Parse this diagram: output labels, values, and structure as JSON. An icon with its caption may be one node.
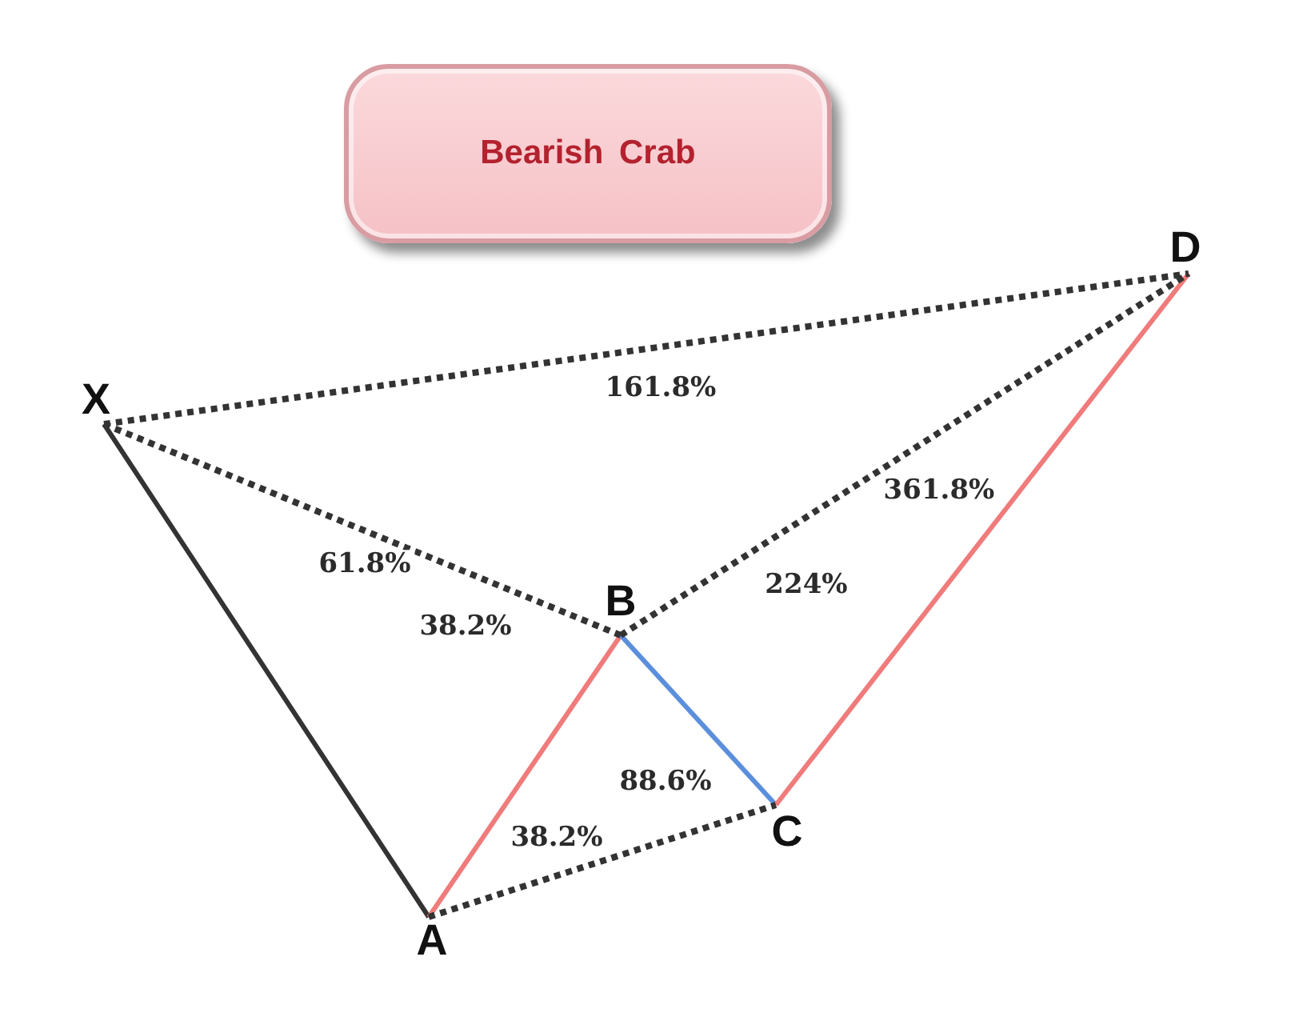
{
  "diagram": {
    "title": "Bearish Crab",
    "nodes": [
      {
        "text": [
          "X"
        ]
      },
      {
        "text": [
          "A"
        ]
      },
      {
        "text": [
          "B"
        ]
      },
      {
        "text": [
          "C"
        ]
      },
      {
        "text": [
          "D"
        ]
      }
    ],
    "edges": [
      {
        "from": 0,
        "to": 1,
        "arrow": "none"
      },
      {
        "from": 1,
        "to": 2,
        "arrow": "none",
        "color": "#f07b7b"
      },
      {
        "from": 2,
        "to": 3,
        "arrow": "none",
        "color": "#5b8fdc"
      },
      {
        "from": 3,
        "to": 4,
        "arrow": "none",
        "color": "#f07b7b"
      },
      {
        "from": 0,
        "to": 2,
        "arrow": "none",
        "style": "dashed",
        "label": "61.8%"
      },
      {
        "from": 1,
        "to": 3,
        "arrow": "none",
        "style": "dashed",
        "label": "38.2%"
      },
      {
        "from": 2,
        "to": 4,
        "arrow": "none",
        "style": "dashed",
        "label": "361.8%"
      },
      {
        "from": 0,
        "to": 4,
        "arrow": "none",
        "style": "dashed",
        "label": "161.8%"
      }
    ],
    "labels": [
      "224%",
      "38.2%",
      "88.6%"
    ]
  }
}
